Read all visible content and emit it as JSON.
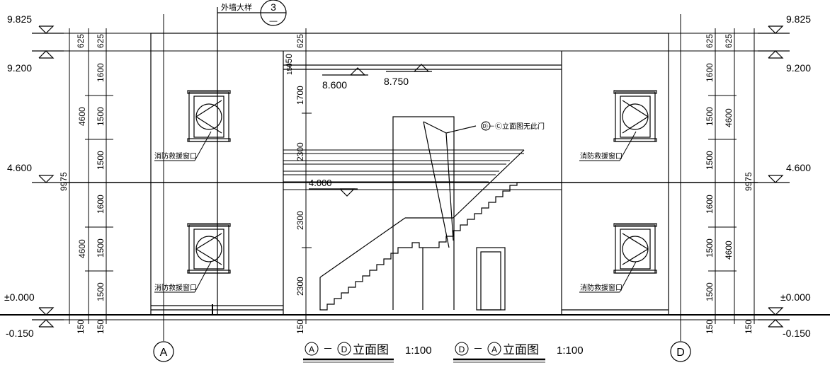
{
  "elevations": {
    "top": "9.825",
    "roof": "9.200",
    "floor2": "4.600",
    "ground": "±0.000",
    "below": "-0.150",
    "stair_roof_a": "8.600",
    "stair_roof_b": "8.750",
    "landing": "4.000"
  },
  "dims": {
    "d625": "625",
    "d1600": "1600",
    "d1500": "1500",
    "d4600": "4600",
    "d9975": "9975",
    "d150": "150",
    "d1700": "1700",
    "d2300": "2300",
    "d450": "450"
  },
  "detail": {
    "label": "外墙大样",
    "number": "3",
    "sheet": "—"
  },
  "labels": {
    "rescue_window": "消防救援窗口",
    "note_door": "Ⓓ－Ⓒ立面图无此门"
  },
  "axes": {
    "left": "A",
    "right": "D"
  },
  "titles": {
    "t1_from": "A",
    "t1_to": "D",
    "t2_from": "D",
    "t2_to": "A",
    "suffix": "立面图",
    "sep": "－",
    "scale": "1:100"
  }
}
